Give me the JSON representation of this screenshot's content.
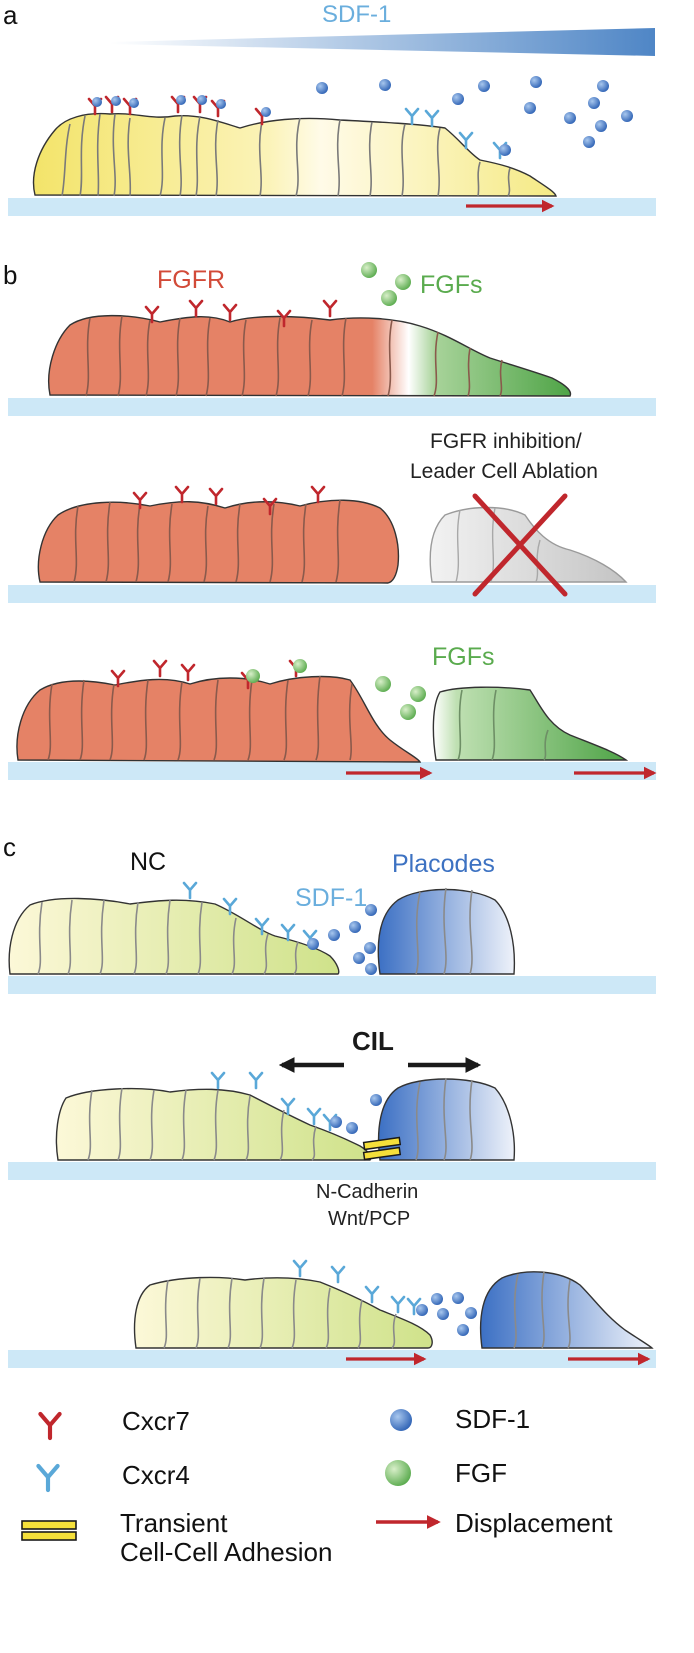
{
  "panels": {
    "a": {
      "letter": "a",
      "gradient_label": "SDF-1"
    },
    "b": {
      "letter": "b",
      "receptor_label": "FGFR",
      "ligand_label": "FGFs",
      "inhibition_label_line1": "FGFR inhibition/",
      "inhibition_label_line2": "Leader Cell Ablation",
      "ligand_label_bottom": "FGFs"
    },
    "c": {
      "letter": "c",
      "nc_label": "NC",
      "sdf_label": "SDF-1",
      "placodes_label": "Placodes",
      "cil_label": "CIL",
      "adhesion_label_line1": "N-Cadherin",
      "adhesion_label_line2": "Wnt/PCP"
    }
  },
  "legend": {
    "cxcr7": "Cxcr7",
    "cxcr4": "Cxcr4",
    "adhesion_line1": "Transient",
    "adhesion_line2": "Cell-Cell Adhesion",
    "sdf1": "SDF-1",
    "fgf": "FGF",
    "displacement": "Displacement"
  },
  "colors": {
    "substrate": "#cde8f7",
    "sdf_blue": "#4f86c6",
    "light_blue_text": "#6aaedd",
    "placode_blue": "#3d72c2",
    "fgf_green": "#5aab4e",
    "fgfr_red": "#d24a38",
    "arrow_red": "#c0272d",
    "cell_salmon": "#e57f64",
    "cell_yellow": "#f6ec8a",
    "cell_lime": "#d8e89a",
    "membrane_gray": "#8a8a8a",
    "adhesion_yellow": "#f5e03a"
  }
}
